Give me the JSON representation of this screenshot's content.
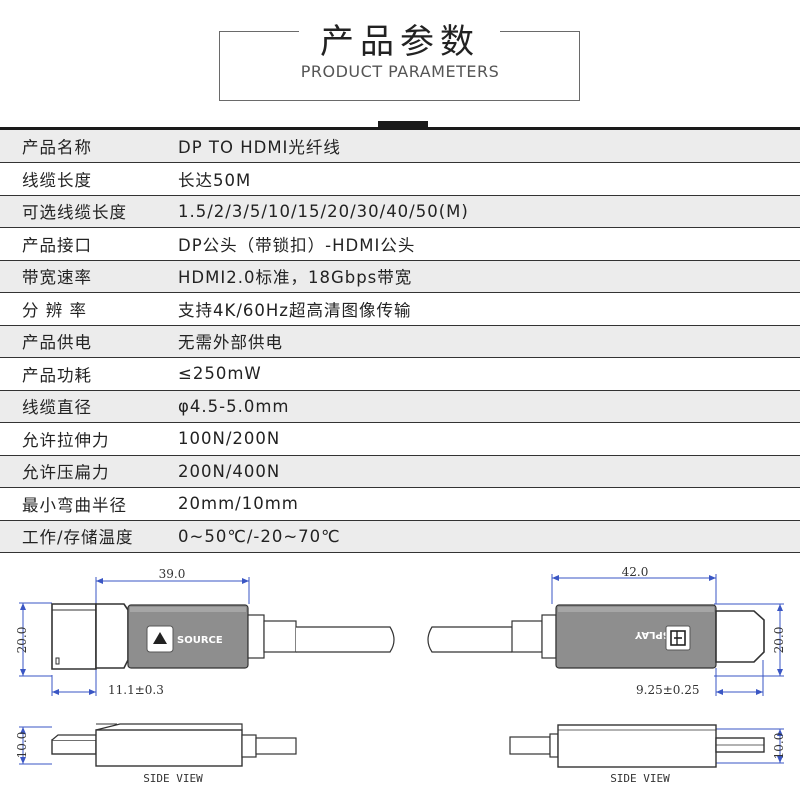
{
  "header": {
    "title_cn": "产品参数",
    "title_en": "PRODUCT PARAMETERS"
  },
  "specs": [
    {
      "label": "产品名称",
      "value": "DP TO HDMI光纤线"
    },
    {
      "label": "线缆长度",
      "value": "长达50M"
    },
    {
      "label": "可选线缆长度",
      "value": "1.5/2/3/5/10/15/20/30/40/50(M)"
    },
    {
      "label": "产品接口",
      "value": "DP公头（带锁扣）-HDMI公头"
    },
    {
      "label": "带宽速率",
      "value": "HDMI2.0标准，18Gbps带宽"
    },
    {
      "label": "分 辨 率",
      "value": "支持4K/60Hz超高清图像传输"
    },
    {
      "label": "产品供电",
      "value": "无需外部供电"
    },
    {
      "label": "产品功耗",
      "value": "≤250mW"
    },
    {
      "label": "线缆直径",
      "value": "φ4.5-5.0mm"
    },
    {
      "label": "允许拉伸力",
      "value": "100N/200N"
    },
    {
      "label": "允许压扁力",
      "value": "200N/400N"
    },
    {
      "label": "最小弯曲半径",
      "value": "20mm/10mm"
    },
    {
      "label": "工作/存储温度",
      "value": "0~50℃/-20~70℃"
    }
  ],
  "drawing": {
    "left": {
      "dim_length": "39.0",
      "dim_height": "20.0",
      "dim_plug": "11.1±0.3",
      "dim_side_height": "10.0",
      "badge": "SOURCE",
      "side_caption": "SIDE VIEW"
    },
    "right": {
      "dim_length": "42.0",
      "dim_height": "20.0",
      "dim_plug": "9.25±0.25",
      "dim_side_height": "10.0",
      "badge": "DISPLAY",
      "side_caption": "SIDE VIEW"
    },
    "dim_color": "#3a56c4",
    "body_color": "#8e8e8e"
  }
}
